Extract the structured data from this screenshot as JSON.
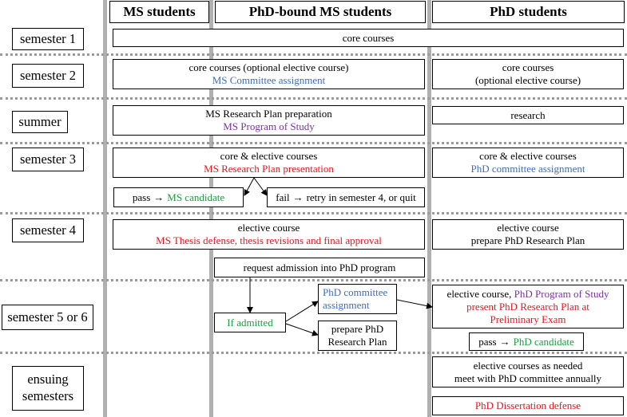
{
  "columns": {
    "ms": "MS students",
    "phd_bound": "PhD-bound MS students",
    "phd": "PhD students"
  },
  "rows": {
    "sem1": "semester 1",
    "sem2": "semester 2",
    "summer": "summer",
    "sem3": "semester 3",
    "sem4": "semester 4",
    "sem56": "semester 5 or 6",
    "ensuing_1": "ensuing",
    "ensuing_2": "semesters"
  },
  "boxes": {
    "sem1_core": "core courses",
    "sem2_ms_1": "core courses (optional elective course)",
    "sem2_ms_2": "MS Committee assignment",
    "sem2_phd_1": "core courses",
    "sem2_phd_2": "(optional elective course)",
    "summer_ms_1": "MS Research Plan preparation",
    "summer_ms_2": "MS Program of Study",
    "summer_phd": "research",
    "sem3_ms_1": "core & elective courses",
    "sem3_ms_2": "MS Research Plan presentation",
    "sem3_phd_1": "core & elective courses",
    "sem3_phd_2": "PhD committee assignment",
    "pass_prefix": "pass",
    "pass_arrow": "→",
    "pass_result": "MS candidate",
    "fail_prefix": "fail",
    "fail_arrow": "→",
    "fail_result": "retry in semester 4, or quit",
    "sem4_ms_1": "elective course",
    "sem4_ms_2": "MS Thesis defense, thesis revisions and final approval",
    "sem4_phd_1": "elective course",
    "sem4_phd_2": "prepare PhD Research Plan",
    "request": "request admission into PhD program",
    "admitted": "If admitted",
    "phd_committee_1": "PhD committee",
    "phd_committee_2": "assignment",
    "prepare_plan_1": "prepare PhD",
    "prepare_plan_2": "Research Plan",
    "sem56_phd_a": "elective course, ",
    "sem56_phd_b": "PhD Program of Study",
    "sem56_phd_c": "present PhD Research Plan at",
    "sem56_phd_d": "Preliminary Exam",
    "pass2_prefix": "pass",
    "pass2_arrow": "→",
    "pass2_result": "PhD candidate",
    "ensuing_phd_1": "elective courses as needed",
    "ensuing_phd_2": "meet with PhD committee annually",
    "dissertation": "PhD Dissertation defense"
  },
  "colors": {
    "blue": "#3b6bc4",
    "purple": "#7b2fa8",
    "red": "#e8141b",
    "green": "#1a9e3f",
    "separator": "#b0b0b0"
  }
}
